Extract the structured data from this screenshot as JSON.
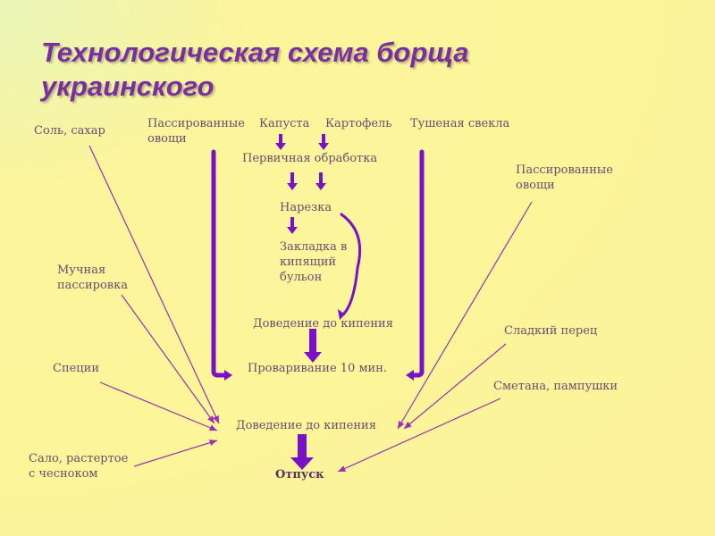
{
  "title": "Технологическая схема борща украинского",
  "labels": {
    "salt_sugar": "Соль, сахар",
    "sauteed_veg": "Пассированные\nовощи",
    "cabbage": "Капуста",
    "potato": "Картофель",
    "stewed_beet": "Тушеная свекла",
    "primary_processing": "Первичная обработка",
    "sauteed_veg_right": "Пассированные\nовощи",
    "cutting": "Нарезка",
    "add_to_broth": "Закладка в\nкипящий\nбульон",
    "flour_saute": "Мучная\nпассировка",
    "bring_to_boil_1": "Доведение до кипения",
    "sweet_pepper": "Сладкий перец",
    "spices": "Специи",
    "boil_10": "Проваривание 10 мин.",
    "sour_cream": "Сметана, пампушки",
    "bring_to_boil_2": "Доведение до кипения",
    "lard": "Сало, растертое\nс чесноком",
    "serve": "Отпуск"
  },
  "colors": {
    "arrow": "#7a10c8",
    "line": "#9b30b0",
    "text": "#6e4a70",
    "title": "#7a2fa0"
  }
}
